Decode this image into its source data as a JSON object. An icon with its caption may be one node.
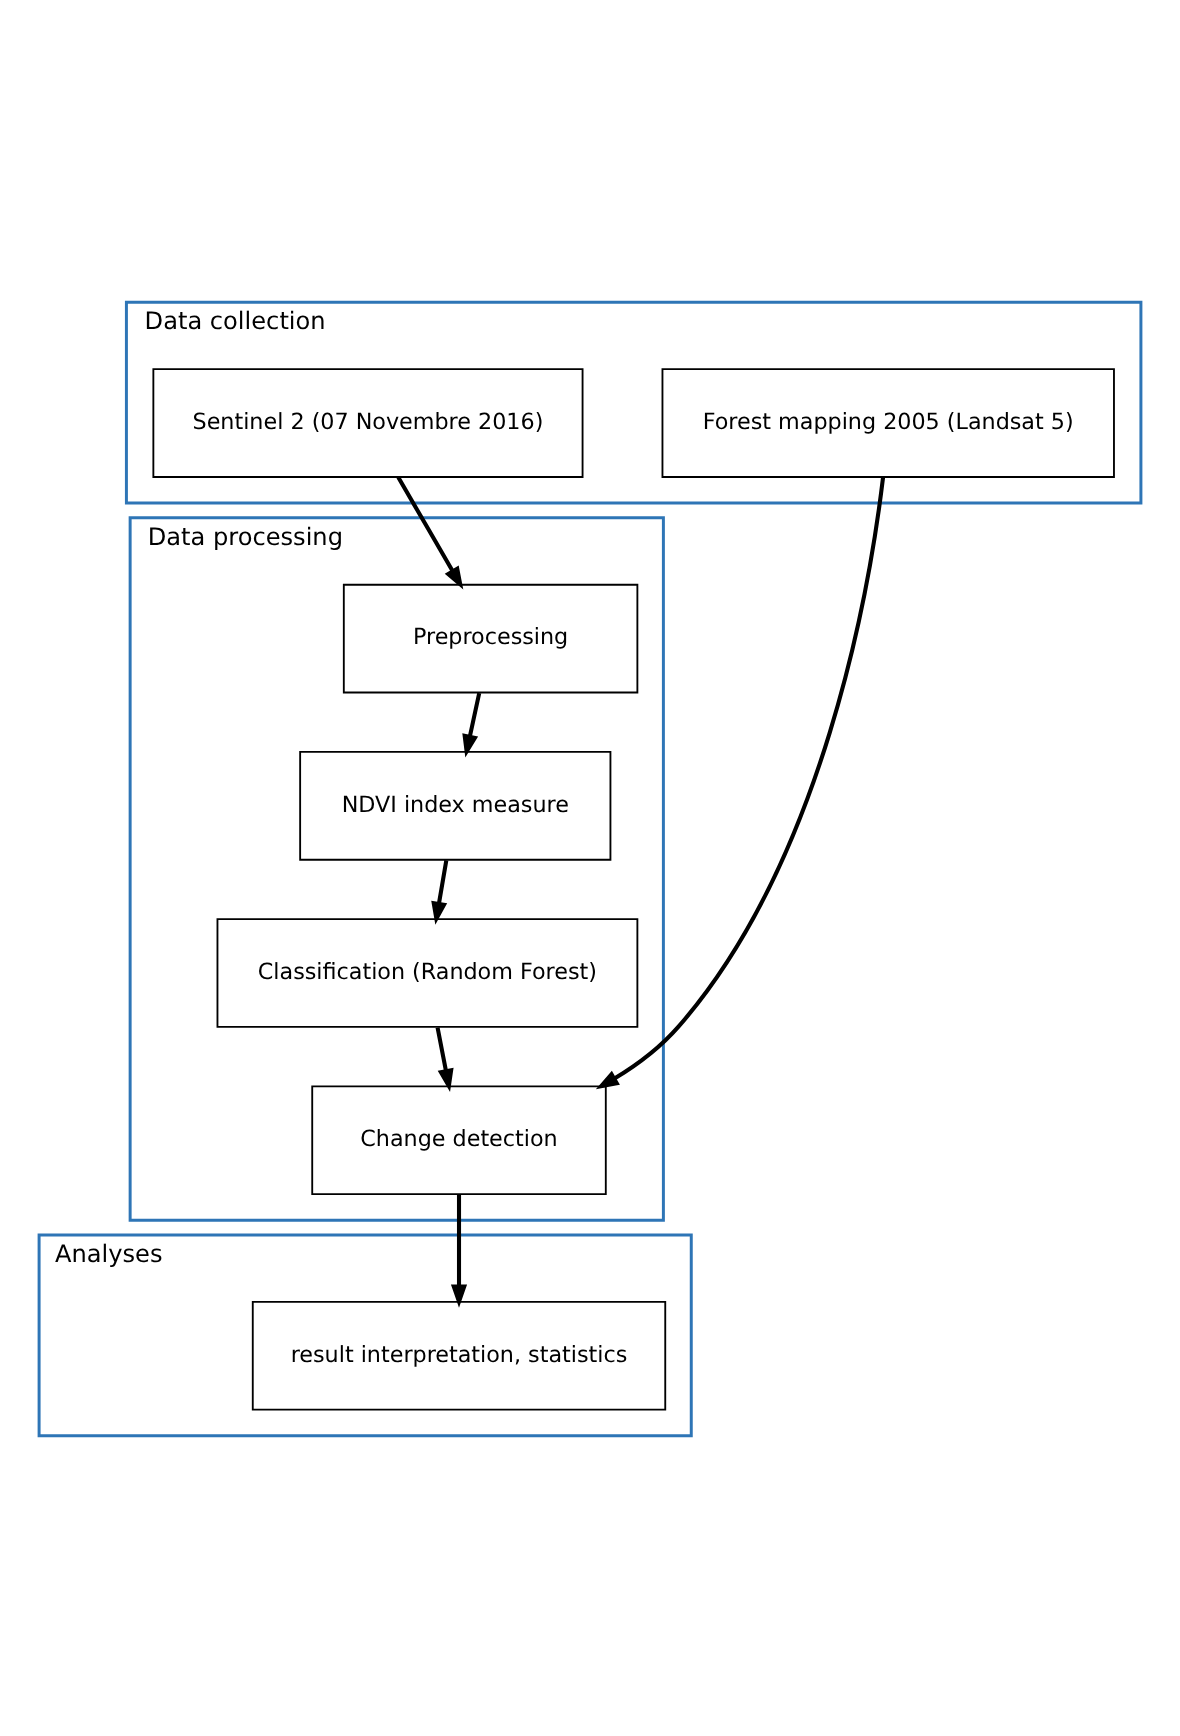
{
  "diagram": {
    "nodes": [
      {
        "text": [
          "Data collection"
        ]
      },
      {
        "text": [
          "Sentinel 2 (07 Novembre 2016)"
        ],
        "in": 0
      },
      {
        "text": [
          "Forest mapping 2005 (Landsat 5)"
        ],
        "in": 0
      },
      {
        "text": [
          "Data processing"
        ]
      },
      {
        "text": [
          "Preprocessing"
        ],
        "in": 3
      },
      {
        "text": [
          "NDVI index measure"
        ],
        "in": 3
      },
      {
        "text": [
          "Classification (Random Forest)"
        ],
        "in": 3
      },
      {
        "text": [
          "Change detection"
        ],
        "in": 3
      },
      {
        "text": [
          "Analyses"
        ]
      },
      {
        "text": [
          "result interpretation, statistics"
        ],
        "in": 8
      }
    ],
    "edges": [
      {
        "from": 1,
        "to": 4,
        "arrow": "to"
      },
      {
        "from": 2,
        "to": 7,
        "arrow": "to"
      },
      {
        "from": 4,
        "to": 5,
        "arrow": "to"
      },
      {
        "from": 5,
        "to": 6,
        "arrow": "to"
      },
      {
        "from": 6,
        "to": 7,
        "arrow": "to"
      },
      {
        "from": 7,
        "to": 9,
        "arrow": "to"
      }
    ]
  }
}
